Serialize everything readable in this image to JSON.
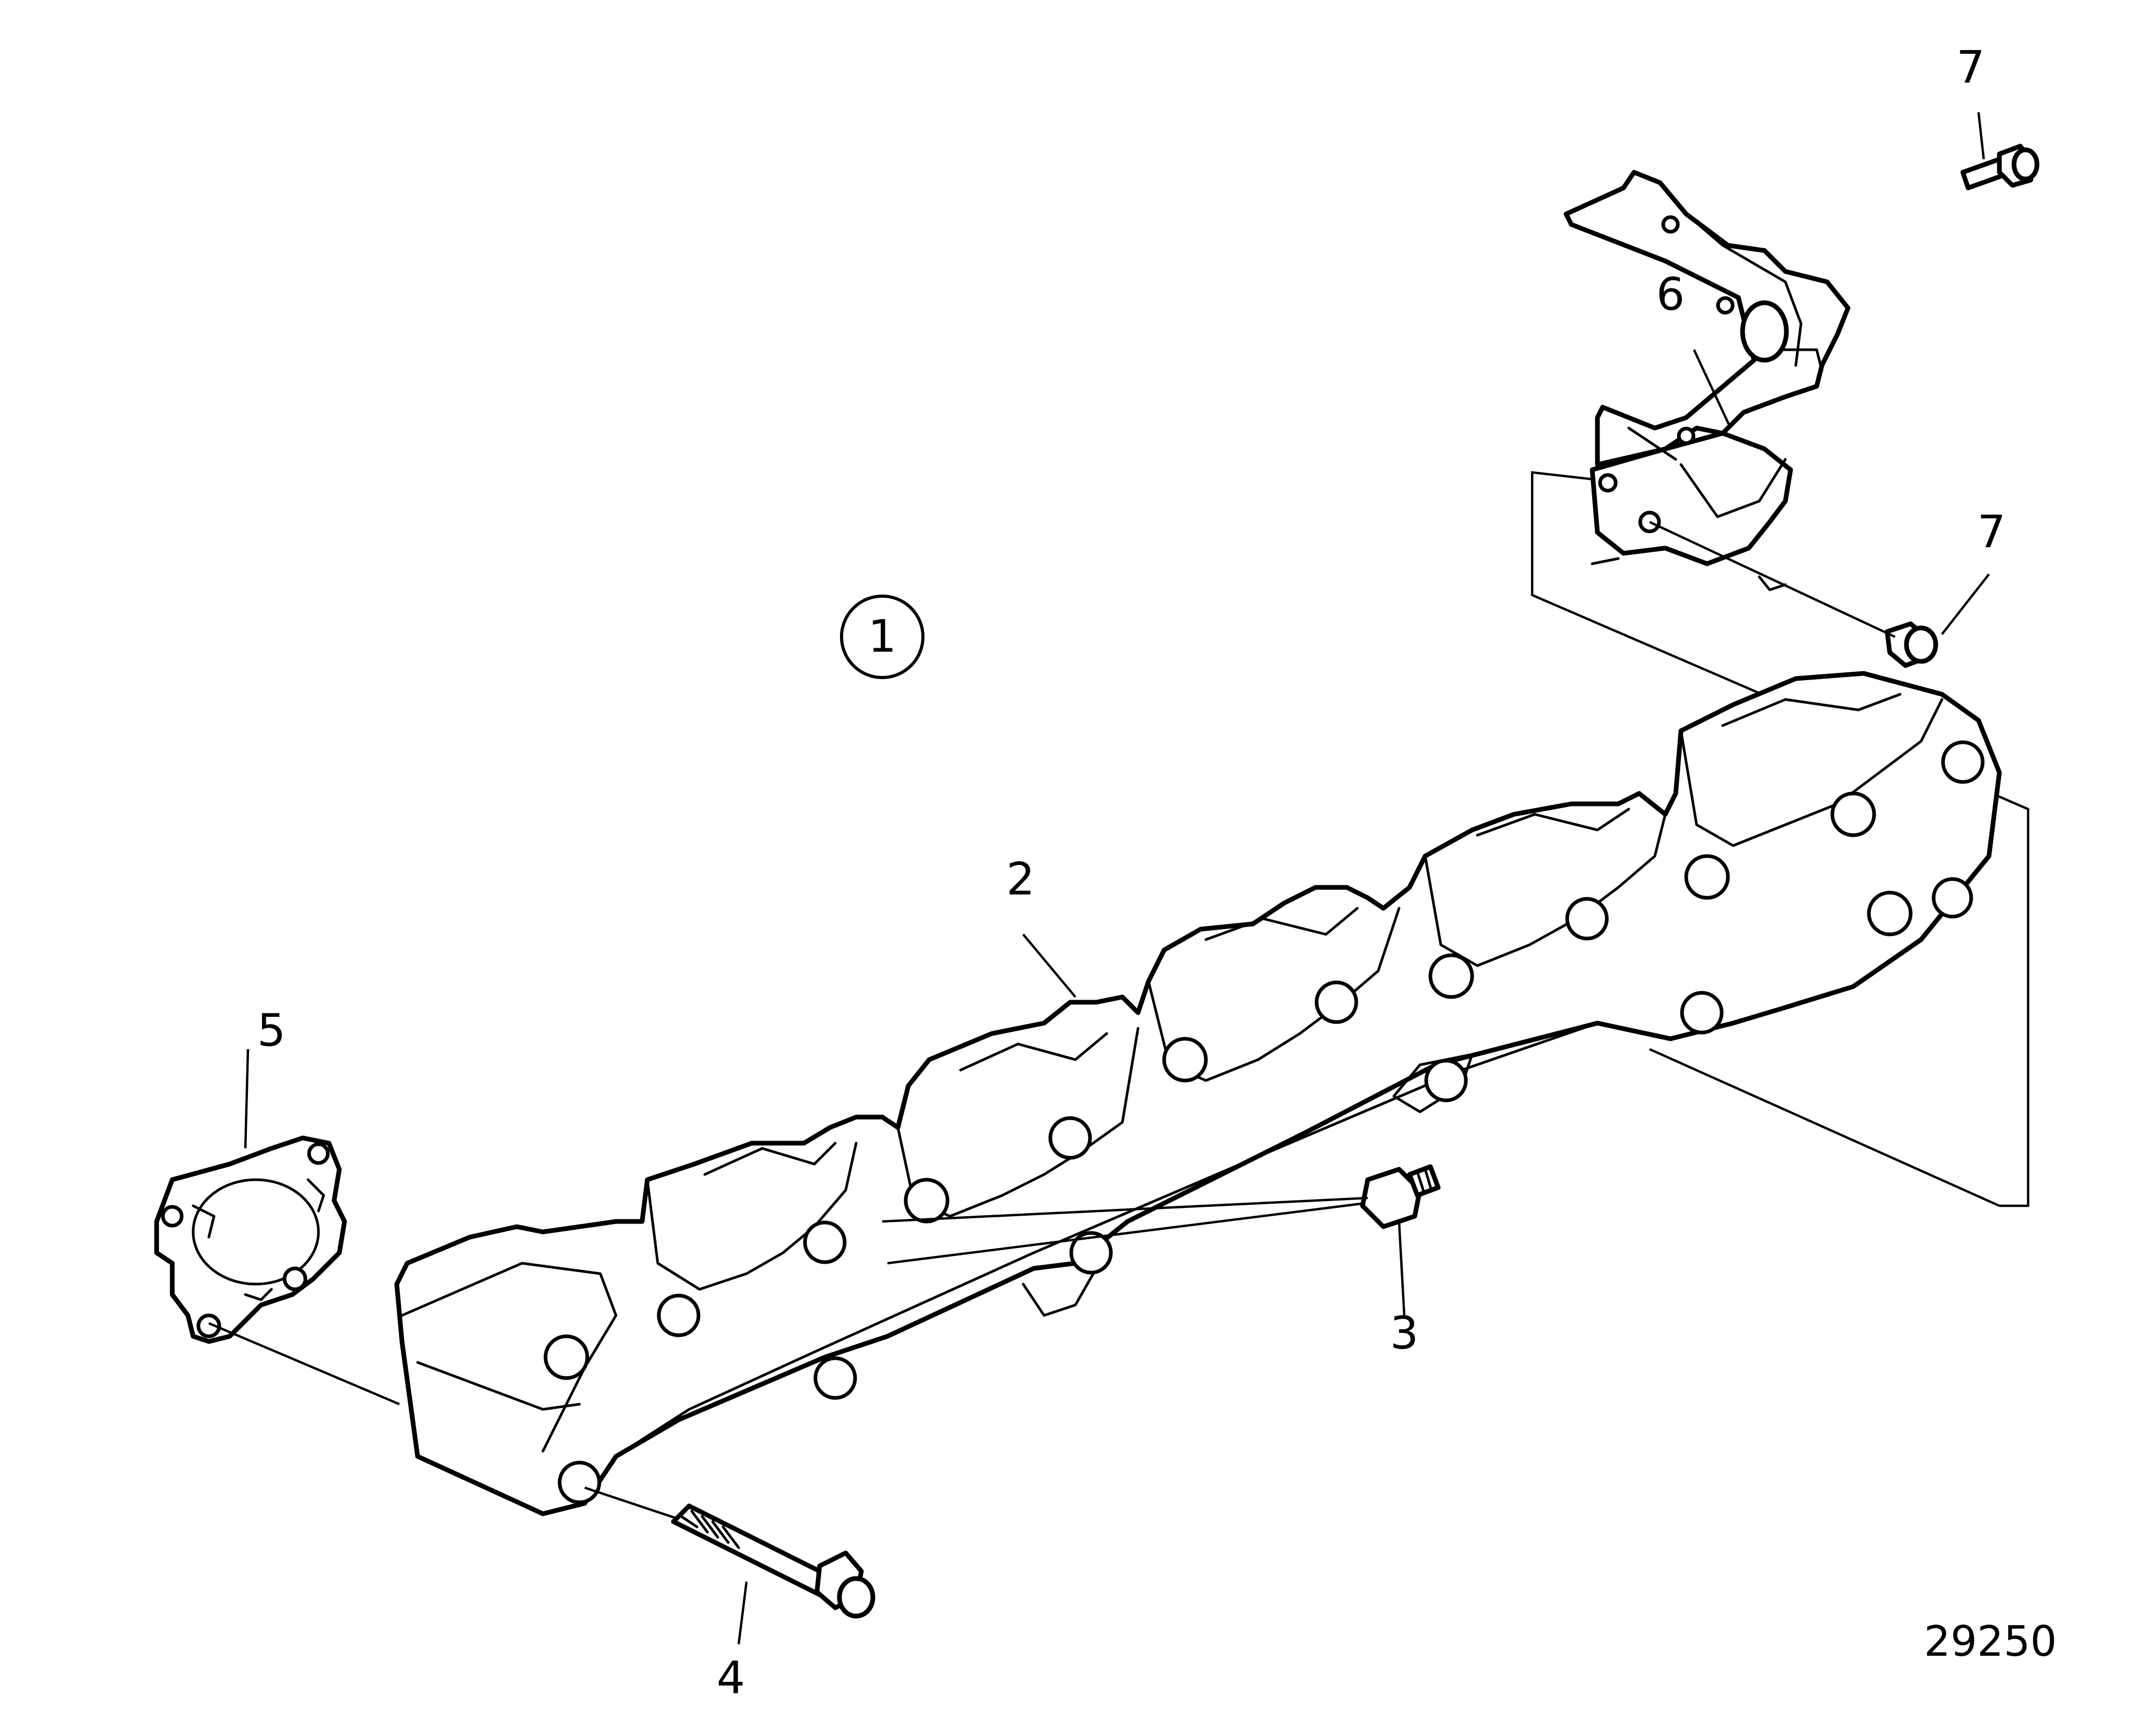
{
  "callouts": [
    {
      "id": "1",
      "label": "1"
    },
    {
      "id": "2",
      "label": "2"
    },
    {
      "id": "3",
      "label": "3"
    },
    {
      "id": "4",
      "label": "4"
    },
    {
      "id": "5",
      "label": "5"
    },
    {
      "id": "6",
      "label": "6"
    },
    {
      "id": "7a",
      "label": "7"
    },
    {
      "id": "7b",
      "label": "7"
    }
  ],
  "figure_number": "29250",
  "parts": [
    {
      "callout": "2",
      "icon": "exhaust-manifold-icon"
    },
    {
      "callout": "3",
      "icon": "threaded-nipple-icon"
    },
    {
      "callout": "4",
      "icon": "flange-bolt-icon"
    },
    {
      "callout": "5",
      "icon": "gasket-icon"
    },
    {
      "callout": "6",
      "icon": "heat-shield-icon"
    },
    {
      "callout": "7",
      "icon": "shield-screw-icon"
    }
  ],
  "colors": {
    "line": "#000000",
    "background": "#ffffff"
  }
}
